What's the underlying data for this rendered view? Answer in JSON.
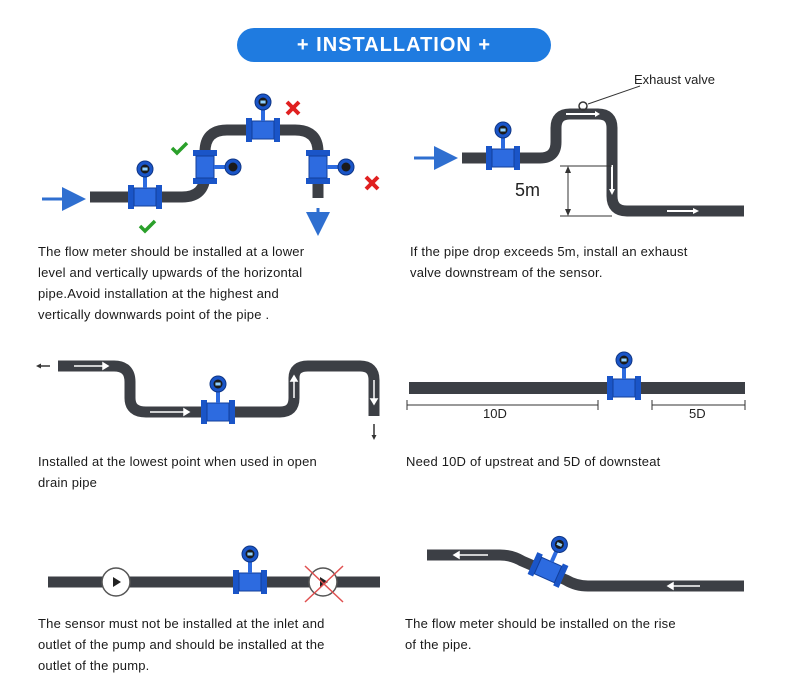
{
  "header": {
    "title": "+ INSTALLATION +"
  },
  "panels": {
    "p1": {
      "caption_lines": [
        "The flow meter should be installed at a lower",
        "level and vertically upwards of the horizontal",
        "pipe.Avoid installation at the highest and",
        "vertically downwards point of the pipe ."
      ]
    },
    "p2": {
      "caption_lines": [
        "If the pipe drop exceeds 5m, install an exhaust",
        "valve downstream of the sensor."
      ],
      "valve_label": "Exhaust valve",
      "height_label": "5m"
    },
    "p3": {
      "caption_lines": [
        "Installed at the lowest point when used in open",
        "drain pipe"
      ]
    },
    "p4": {
      "caption_lines": [
        "Need 10D of upstreat and 5D of downsteat"
      ],
      "upstream_label": "10D",
      "downstream_label": "5D"
    },
    "p5": {
      "caption_lines": [
        "The sensor must not be installed at the inlet and",
        "outlet of the pump and should be installed at the",
        "outlet of the pump."
      ]
    },
    "p6": {
      "caption_lines": [
        "The flow meter should be installed on the rise",
        "of the pipe."
      ]
    }
  },
  "colors": {
    "accent": "#1f7be0",
    "pipe": "#3c3f45",
    "meter": "#1a55c8",
    "ok": "#2aa02a",
    "bad": "#e02020"
  },
  "icons": [
    "check-icon",
    "cross-icon",
    "flow-arrow-icon",
    "pump-icon"
  ]
}
